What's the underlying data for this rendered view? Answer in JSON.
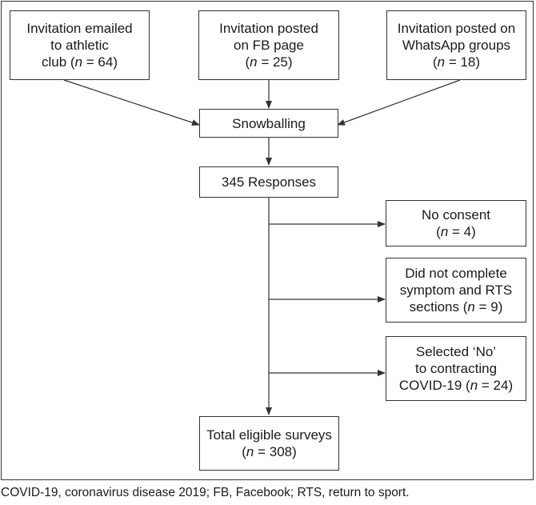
{
  "boxes": {
    "invite_email": {
      "lines": [
        "Invitation emailed",
        "to athletic",
        "club (n = 64)"
      ]
    },
    "invite_fb": {
      "lines": [
        "Invitation posted",
        "on FB page",
        "(n = 25)"
      ]
    },
    "invite_whatsapp": {
      "lines": [
        "Invitation posted on",
        "WhatsApp groups",
        "(n = 18)"
      ]
    },
    "snowballing": {
      "lines": [
        "Snowballing"
      ]
    },
    "responses": {
      "lines": [
        "345 Responses"
      ]
    },
    "no_consent": {
      "lines": [
        "No consent",
        "(n = 4)"
      ]
    },
    "incomplete": {
      "lines": [
        "Did not complete",
        "symptom and RTS",
        "sections (n = 9)"
      ]
    },
    "selected_no": {
      "lines": [
        "Selected ‘No’",
        "to contracting",
        "COVID-19 (n = 24)"
      ]
    },
    "eligible": {
      "lines": [
        "Total eligible surveys",
        "(n = 308)"
      ]
    }
  },
  "caption": "COVID-19, coronavirus disease 2019; FB, Facebook; RTS, return to sport."
}
